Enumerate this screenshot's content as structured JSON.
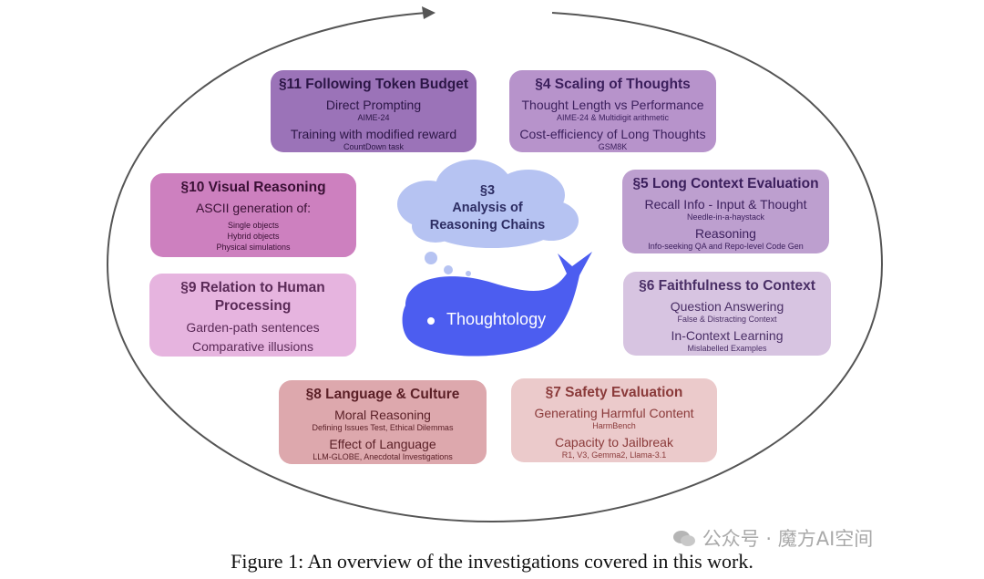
{
  "boxes": {
    "b11": {
      "title": "§11 Following Token Budget",
      "l1": "Direct Prompting",
      "s1": "AIME-24",
      "l2": "Training with modified reward",
      "s2": "CountDown task"
    },
    "b4": {
      "title": "§4 Scaling of Thoughts",
      "l1": "Thought Length vs Performance",
      "s1": "AIME-24 & Multidigit arithmetic",
      "l2": "Cost-efficiency of Long Thoughts",
      "s2": "GSM8K"
    },
    "b10": {
      "title": "§10 Visual Reasoning",
      "l1": "ASCII generation of:",
      "i1": "Single  objects",
      "i2": "Hybrid  objects",
      "i3": "Physical  simulations"
    },
    "b5": {
      "title": "§5 Long Context Evaluation",
      "l1": "Recall Info - Input & Thought",
      "s1": "Needle-in-a-haystack",
      "l2": "Reasoning",
      "s2": "Info-seeking QA and Repo-level Code Gen"
    },
    "b9": {
      "title1": "§9 Relation to Human",
      "title2": "Processing",
      "l1": "Garden-path sentences",
      "l2": "Comparative illusions"
    },
    "b6": {
      "title": "§6 Faithfulness to Context",
      "l1": "Question Answering",
      "s1": "False & Distracting Context",
      "l2": "In-Context Learning",
      "s2": "Mislabelled Examples"
    },
    "b8": {
      "title": "§8 Language & Culture",
      "l1": "Moral Reasoning",
      "s1": "Defining Issues Test, Ethical Dilemmas",
      "l2": "Effect of Language",
      "s2": "LLM-GLOBE, Anecdotal Investigations"
    },
    "b7": {
      "title": "§7 Safety Evaluation",
      "l1": "Generating Harmful Content",
      "s1": "HarmBench",
      "l2": "Capacity to Jailbreak",
      "s2": "R1, V3, Gemma2, Llama-3.1"
    }
  },
  "center": {
    "sec": "§3",
    "line1": "Analysis of",
    "line2": "Reasoning Chains",
    "whale": "Thoughtology"
  },
  "caption": "Figure 1:  An overview of the investigations covered in this work.",
  "watermark": "公众号 · 魔方AI空间",
  "colors": {
    "b11": "#9b73b8",
    "b4": "#b793cb",
    "b10": "#cd80bf",
    "b5": "#bd9fcf",
    "b9": "#e6b4df",
    "b6": "#d7c4e1",
    "b8": "#dda8ad",
    "b7": "#ebcacb",
    "cloud": "#b6c3f2",
    "whale": "#4c5df0"
  }
}
